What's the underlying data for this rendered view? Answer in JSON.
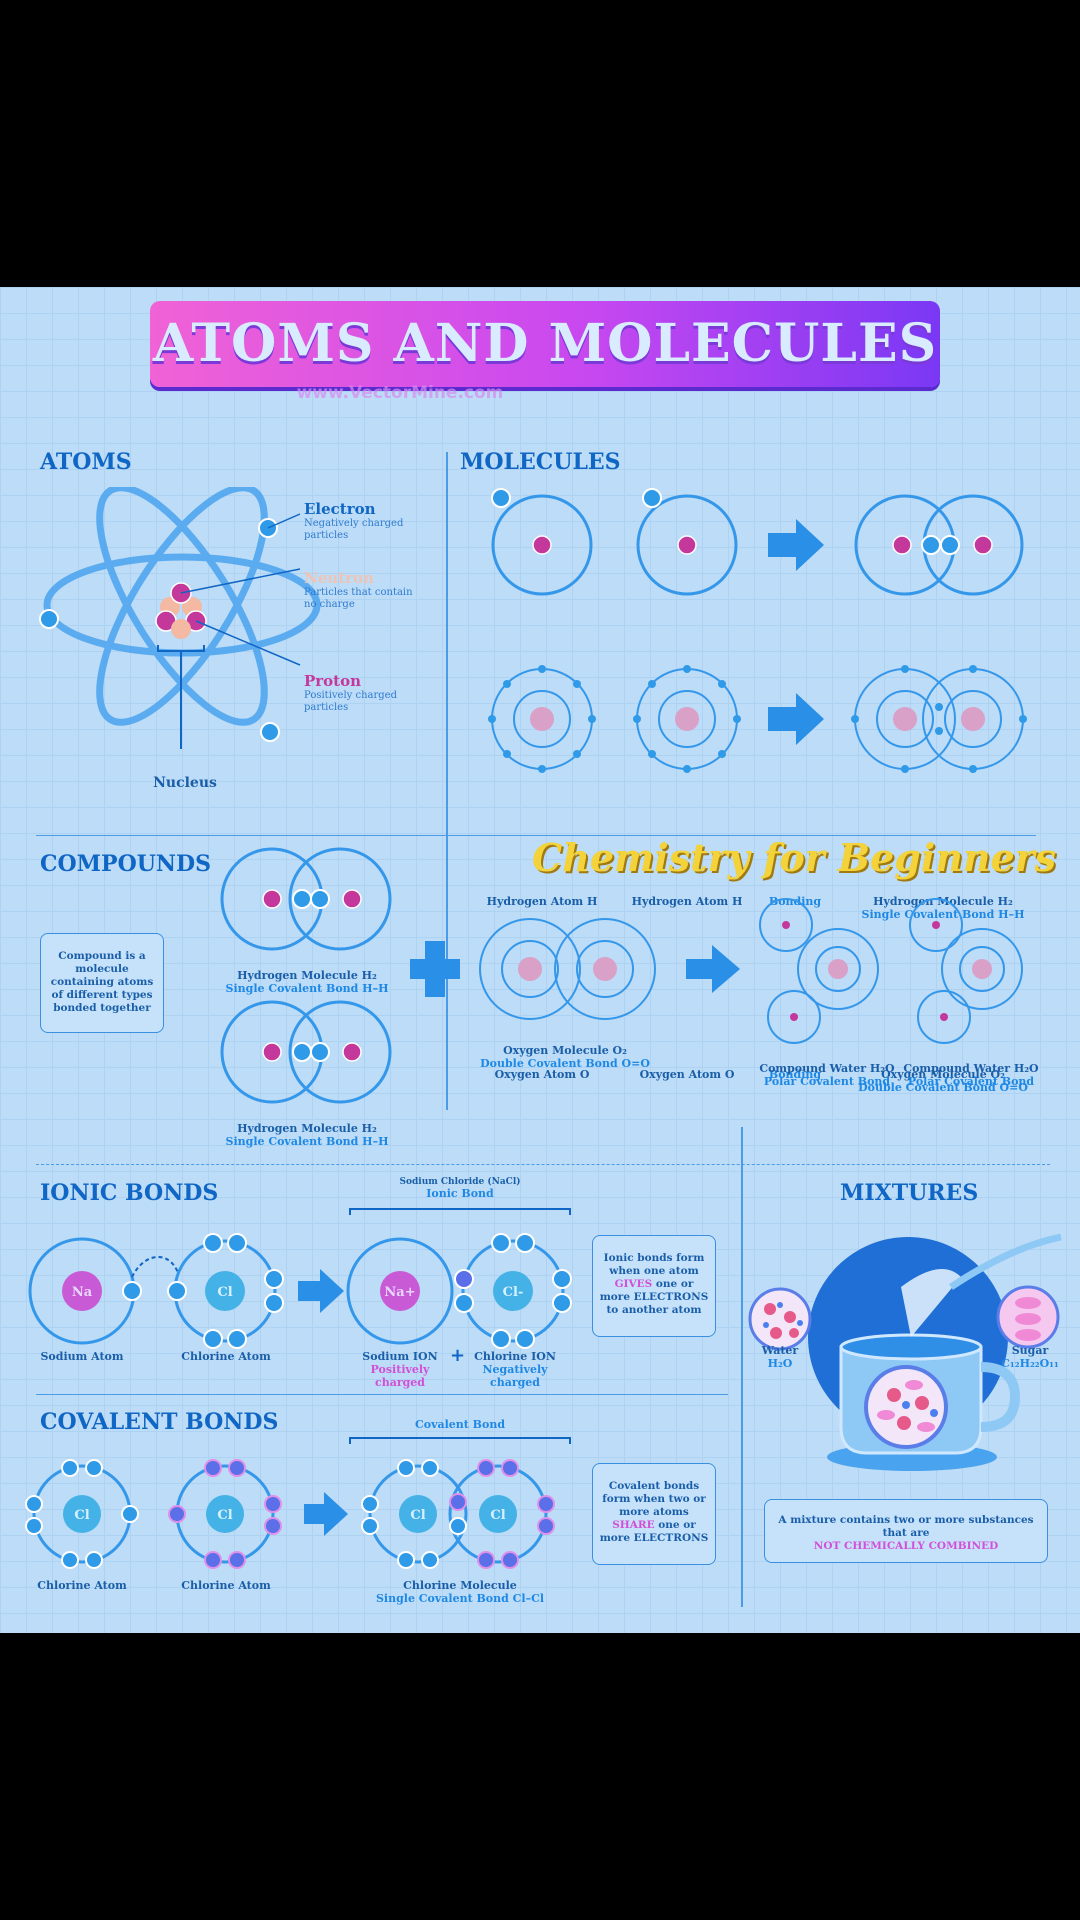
{
  "title": "ATOMS AND MOLECULES",
  "watermark": "www.VectorMine.com",
  "tagline": "Chemistry for Beginners",
  "atoms": {
    "heading": "ATOMS",
    "electron": {
      "name": "Electron",
      "desc": "Negatively charged particles"
    },
    "neutron": {
      "name": "Neutron",
      "desc": "Particles that contain no charge"
    },
    "proton": {
      "name": "Proton",
      "desc": "Positively charged particles"
    },
    "nucleus": "Nucleus"
  },
  "molecules": {
    "heading": "MOLECULES",
    "row1": {
      "atom1": "Hydrogen Atom H",
      "atom2": "Hydrogen Atom H",
      "bonding": "Bonding",
      "result": "Hydrogen Molecule H₂",
      "result_bond": "Single Covalent Bond  H–H"
    },
    "row2": {
      "atom1": "Oxygen Atom O",
      "atom2": "Oxygen Atom O",
      "bonding": "Bonding",
      "result": "Oxygen Molecule O₂",
      "result_bond": "Double Covalent Bond  O=O"
    }
  },
  "compounds": {
    "heading": "COMPOUNDS",
    "definition": "Compound is a molecule containing atoms of different types bonded together",
    "h2_top": "Hydrogen Molecule H₂",
    "h2_top_bond": "Single Covalent Bond  H–H",
    "h2_bottom": "Hydrogen Molecule H₂",
    "h2_bottom_bond": "Single Covalent Bond  H–H",
    "o2": "Oxygen Molecule O₂",
    "o2_bond": "Double Covalent Bond  O=O",
    "water1": "Compound Water H₂O",
    "water1_bond": "Polar Covalent Bond",
    "water2": "Compound Water H₂O",
    "water2_bond": "Polar Covalent Bond"
  },
  "ionic": {
    "heading": "IONIC BONDS",
    "nacl_title": "Sodium Chloride (NaCl)",
    "nacl_bond": "Ionic Bond",
    "na_symbol": "Na",
    "cl_symbol": "Cl",
    "na_ion_symbol": "Na+",
    "cl_ion_symbol": "Cl-",
    "sodium_atom": "Sodium Atom",
    "chlorine_atom": "Chlorine Atom",
    "sodium_ion": "Sodium ION",
    "sodium_ion_desc": "Positively charged",
    "chlorine_ion": "Chlorine ION",
    "chlorine_ion_desc": "Negatively charged",
    "note_pre": "Ionic bonds form when one atom",
    "note_key": "GIVES",
    "note_post": "one or more ELECTRONS to another atom"
  },
  "covalent": {
    "heading": "COVALENT BONDS",
    "bond_title": "Covalent Bond",
    "cl_symbol": "Cl",
    "atom1": "Chlorine Atom",
    "atom2": "Chlorine Atom",
    "molecule": "Chlorine Molecule",
    "molecule_bond": "Single Covalent Bond  Cl–Cl",
    "note_pre": "Covalent bonds form when two or more atoms",
    "note_key": "SHARE",
    "note_post": "one or more ELECTRONS"
  },
  "mixtures": {
    "heading": "MIXTURES",
    "water": "Water",
    "water_formula": "H₂O",
    "sugar": "Sugar",
    "sugar_formula": "C₁₂H₂₂O₁₁",
    "note_pre": "A mixture contains two or more substances that are",
    "note_key": "NOT CHEMICALLY COMBINED"
  },
  "colors": {
    "accent": "#1066c4",
    "banner_start": "#f062d6",
    "banner_end": "#7a38f4",
    "pink": "#d24fd8",
    "gold": "#f3d23a"
  }
}
